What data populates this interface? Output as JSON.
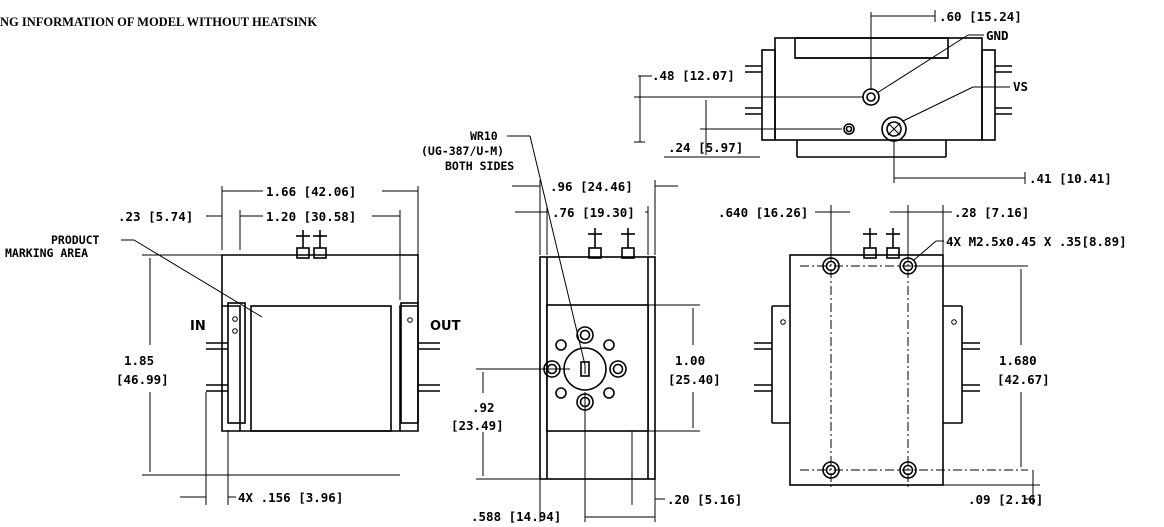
{
  "title": "NG INFORMATION OF MODEL WITHOUT HEATSINK",
  "top_view": {
    "dim_width": ".60 [15.24]",
    "dim_gnd_y": ".48 [12.07]",
    "dim_vs_y": ".24 [5.97]",
    "dim_vs_x": ".41 [10.41]",
    "label_gnd": "GND",
    "label_vs": "VS"
  },
  "front_view": {
    "dim_total_width": "1.66 [42.06]",
    "dim_marking_width": "1.20 [30.58]",
    "dim_left_offset": ".23 [5.74]",
    "label_marking": "PRODUCT",
    "label_marking_2": "MARKING AREA",
    "label_in": "IN",
    "label_out": "OUT",
    "dim_height": "1.85",
    "dim_height_mm": "[46.99]",
    "dim_holes": "4X .156 [3.96]"
  },
  "side_view": {
    "wr_label_1": "WR10",
    "wr_label_2": "(UG-387/U-M)",
    "wr_label_3": "BOTH SIDES",
    "dim_width": ".96 [24.46]",
    "dim_inner_width": ".76 [19.30]",
    "dim_flange_height": "1.00",
    "dim_flange_height_mm": "[25.40]",
    "dim_center_height": ".92",
    "dim_center_height_mm": "[23.49]",
    "dim_center_x": ".588 [14.94]",
    "dim_offset": ".20 [5.16]"
  },
  "back_view": {
    "dim_hole_x": ".640 [16.26]",
    "dim_hole_edge": ".28 [7.16]",
    "dim_thread": "4X M2.5x0.45 X .35[8.89]",
    "dim_hole_spacing": "1.680",
    "dim_hole_spacing_mm": "[42.67]",
    "dim_hole_bottom": ".09 [2.16]"
  }
}
